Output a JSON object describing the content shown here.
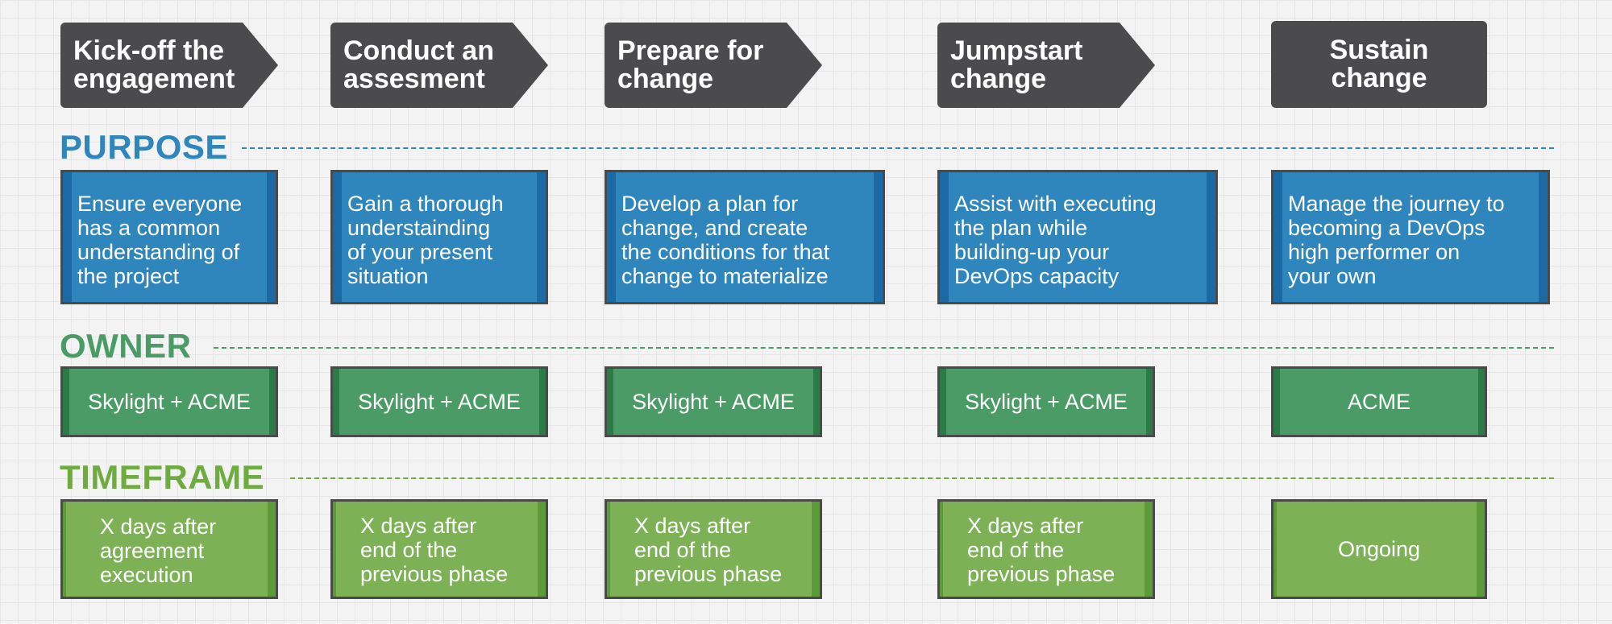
{
  "phases": [
    {
      "line1": "Kick-off the",
      "line2": "engagement"
    },
    {
      "line1": "Conduct an",
      "line2": "assesment"
    },
    {
      "line1": "Prepare for",
      "line2": "change"
    },
    {
      "line1": "Jumpstart",
      "line2": "change"
    },
    {
      "line1": "Sustain",
      "line2": "change"
    }
  ],
  "rows": {
    "purpose": {
      "label": "PURPOSE",
      "color": "#2f86bd",
      "cells": [
        [
          "Ensure everyone",
          "has a common",
          "understanding of",
          "the project"
        ],
        [
          "Gain a thorough",
          "understainding",
          "of your present",
          "situation"
        ],
        [
          "Develop a plan for",
          "change, and create",
          "the conditions for that",
          "change to materialize"
        ],
        [
          "Assist with executing",
          "the plan while",
          "building-up your",
          "DevOps capacity"
        ],
        [
          "Manage the journey to",
          "becoming a DevOps",
          "high performer on",
          "your own"
        ]
      ]
    },
    "owner": {
      "label": "OWNER",
      "color": "#4a9b66",
      "cells": [
        "Skylight + ACME",
        "Skylight + ACME",
        "Skylight + ACME",
        "Skylight + ACME",
        "ACME"
      ]
    },
    "timeframe": {
      "label": "TIMEFRAME",
      "color": "#6fac3f",
      "cells": [
        [
          "X days after",
          "agreement",
          "execution"
        ],
        [
          "X days after",
          "end of the",
          "previous phase"
        ],
        [
          "X days after",
          "end of the",
          "previous phase"
        ],
        [
          "X days after",
          "end of the",
          "previous phase"
        ],
        [
          "Ongoing"
        ]
      ]
    }
  }
}
